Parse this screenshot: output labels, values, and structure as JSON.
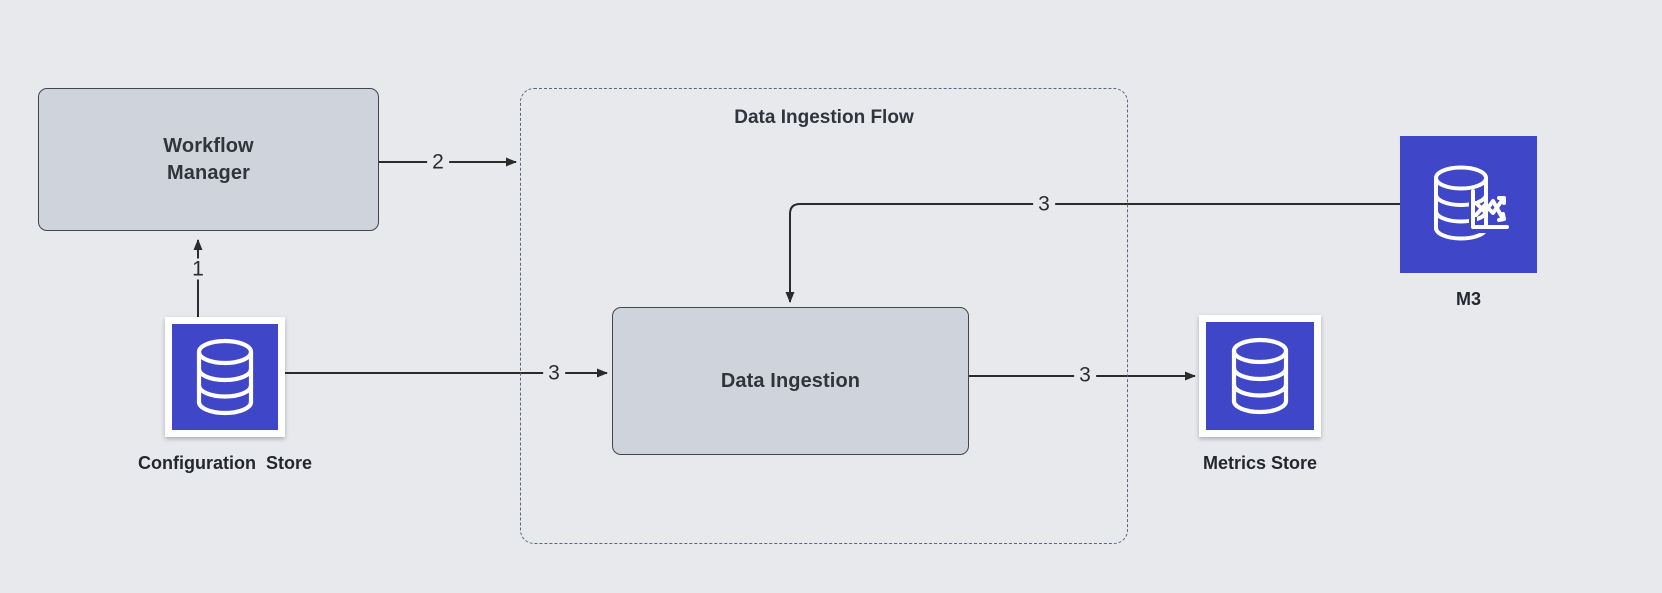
{
  "diagram": {
    "title": "Data Ingestion Flow",
    "background_color": "#e7e9ed",
    "accent_color": "#4046c8",
    "box_fill_color": "#ced3dc",
    "box_stroke_color": "#41464f",
    "group_border_color": "#5a6580",
    "edge_color": "#2b2b2b"
  },
  "group": {
    "label": "Data Ingestion Flow"
  },
  "nodes": {
    "workflow_manager": {
      "label": "Workflow\nManager",
      "type": "process-box"
    },
    "data_ingestion": {
      "label": "Data Ingestion",
      "type": "process-box"
    },
    "configuration_store": {
      "label": "Configuration  Store",
      "type": "datastore",
      "icon": "database-icon"
    },
    "metrics_store": {
      "label": "Metrics Store",
      "type": "datastore",
      "icon": "database-icon"
    },
    "m3": {
      "label": "M3",
      "type": "datastore",
      "icon": "database-chart-icon"
    }
  },
  "edges": [
    {
      "id": "e1",
      "label": "1",
      "from": "configuration_store",
      "to": "workflow_manager"
    },
    {
      "id": "e2",
      "label": "2",
      "from": "workflow_manager",
      "to": "data_ingestion_flow_group"
    },
    {
      "id": "e3a",
      "label": "3",
      "from": "configuration_store",
      "to": "data_ingestion"
    },
    {
      "id": "e3b",
      "label": "3",
      "from": "m3",
      "to": "data_ingestion"
    },
    {
      "id": "e3c",
      "label": "3",
      "from": "data_ingestion",
      "to": "metrics_store"
    }
  ]
}
